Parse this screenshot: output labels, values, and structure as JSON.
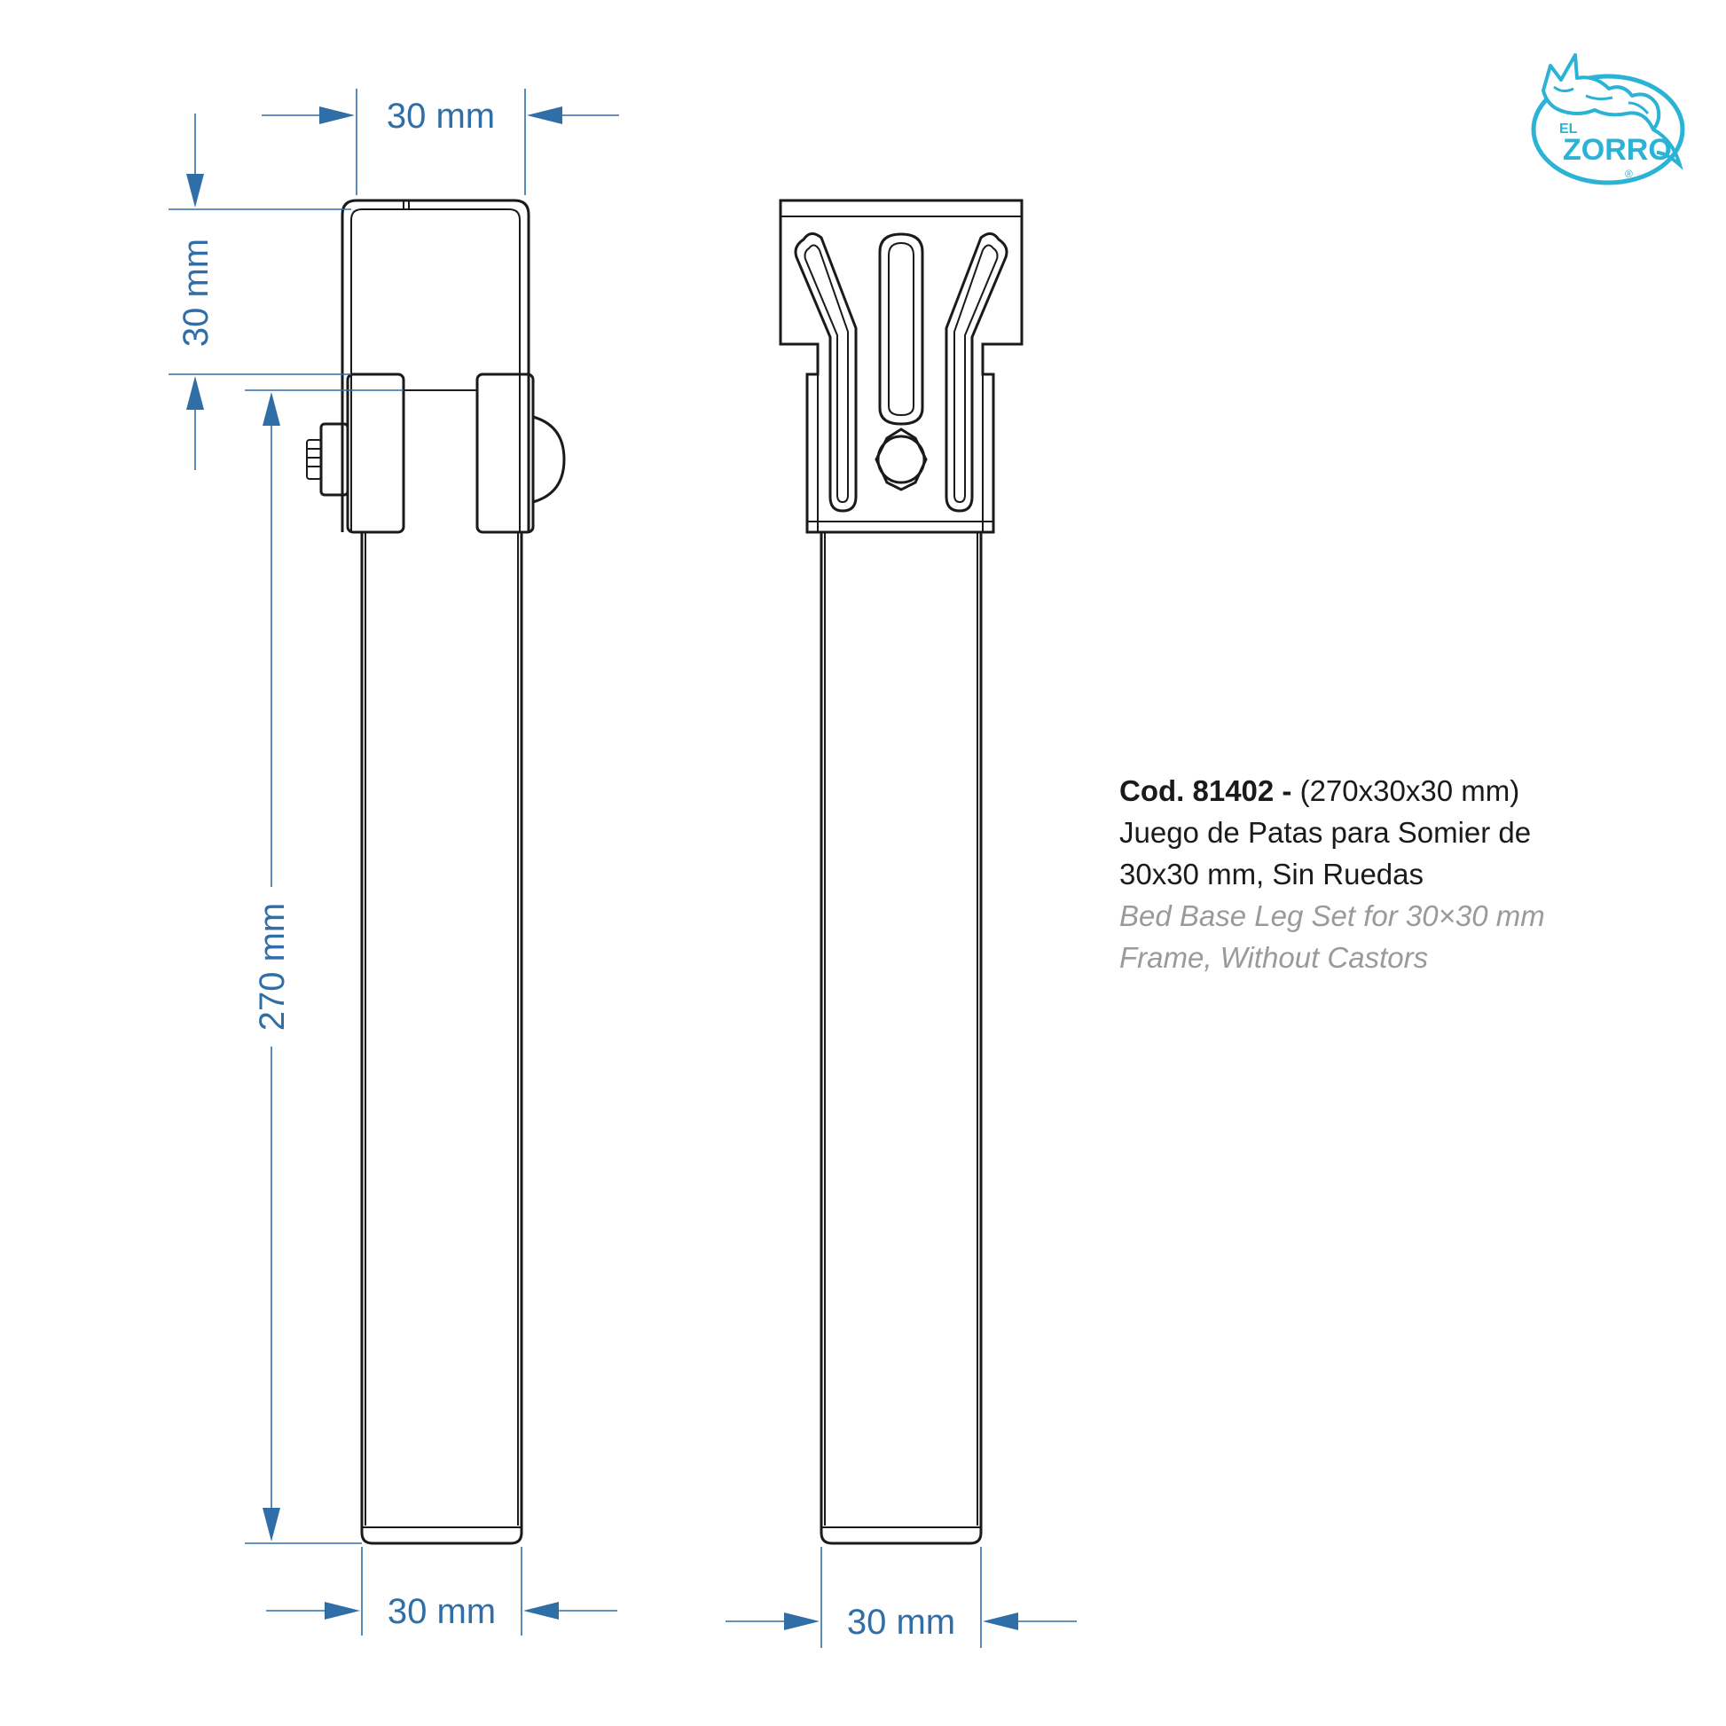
{
  "dimensions": {
    "top_width": "30 mm",
    "bracket_height": "30 mm",
    "leg_height": "270 mm",
    "bottom_width_side": "30 mm",
    "bottom_width_front": "30 mm"
  },
  "product": {
    "code": "Cod. 81402 -",
    "size": "(270x30x30 mm)",
    "title_es_line1": "Juego de Patas para Somier de",
    "title_es_line2": "30x30 mm, Sin Ruedas",
    "title_en_line1": "Bed Base Leg Set for 30×30 mm",
    "title_en_line2": "Frame, Without Castors"
  },
  "brand": {
    "logo_small": "EL",
    "logo_main": "ZORRO",
    "logo_mark": "®",
    "color": "#2bb3d6"
  },
  "colors": {
    "dimension": "#2f6ea7",
    "outline": "#1a1a1a"
  }
}
